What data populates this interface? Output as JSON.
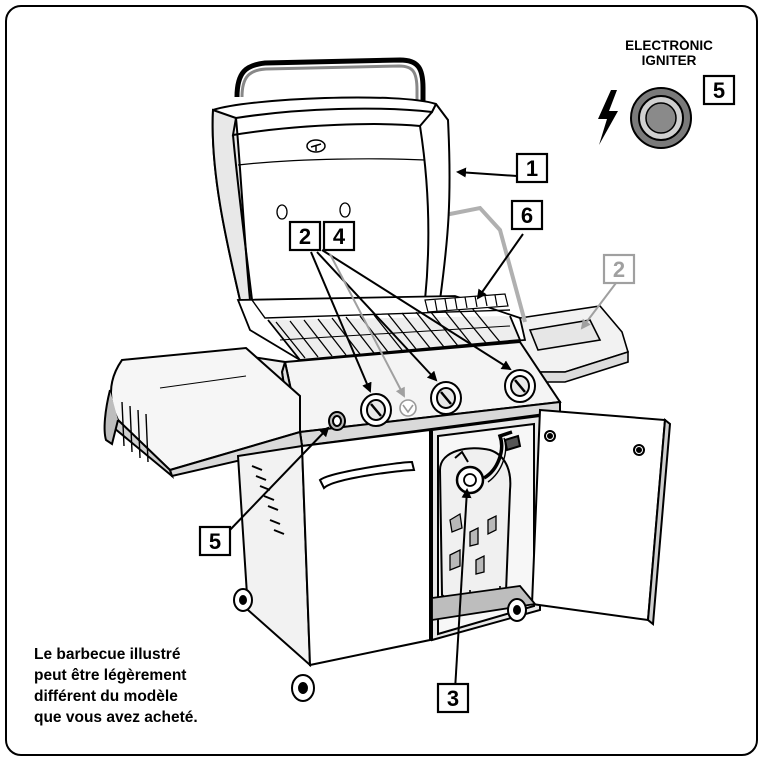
{
  "igniter": {
    "title_line1": "ELECTRONIC",
    "title_line2": "IGNITER",
    "number": "5"
  },
  "callouts": [
    {
      "id": "c1",
      "number": "1",
      "color": "#000000"
    },
    {
      "id": "c2",
      "number": "2",
      "color": "#000000"
    },
    {
      "id": "c4",
      "number": "4",
      "color": "#000000"
    },
    {
      "id": "c6",
      "number": "6",
      "color": "#000000"
    },
    {
      "id": "c2g",
      "number": "2",
      "color": "#a0a0a0"
    },
    {
      "id": "c5",
      "number": "5",
      "color": "#000000"
    },
    {
      "id": "c3",
      "number": "3",
      "color": "#000000"
    }
  ],
  "note": {
    "line1": "Le barbecue illustré",
    "line2": "peut être légèrement",
    "line3": "différent du modèle",
    "line4": "que vous avez acheté."
  },
  "colors": {
    "ink": "#000000",
    "muted": "#a0a0a0",
    "shade": "#d9d9d9",
    "dark_shade": "#8c8c8c"
  }
}
